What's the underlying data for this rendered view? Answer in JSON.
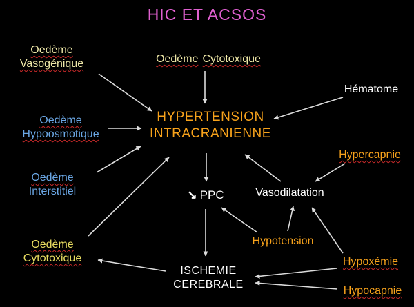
{
  "title": "HIC ET ACSOS",
  "nodes": {
    "vasogenique": {
      "line1": "Oedème",
      "line2": "Vasogénique"
    },
    "cytotoxique_top": {
      "word1": "Oedème",
      "word2": "Cytotoxique"
    },
    "hematome": {
      "label": "Hématome"
    },
    "htic": {
      "line1": "HYPERTENSION",
      "line2": "INTRACRANIENNE"
    },
    "hypoosmotique": {
      "line1": "Oedème",
      "line2": "Hypoosmotique"
    },
    "hypercapnie": {
      "label": "Hypercapnie"
    },
    "interstitiel": {
      "line1": "Oedème",
      "line2": "Interstitiel"
    },
    "ppc": {
      "arrow": "↘",
      "label": "PPC"
    },
    "vasodilatation": {
      "label": "Vasodilatation"
    },
    "hypotension": {
      "label": "Hypotension"
    },
    "cytotoxique_bottom": {
      "line1": "Oedème",
      "line2": "Cytotoxique"
    },
    "ischemie": {
      "line1": "ISCHEMIE",
      "line2": "CEREBRALE"
    },
    "hypoxemie": {
      "label": "Hypoxémie"
    },
    "hypocapnie": {
      "label": "Hypocapnie"
    }
  },
  "colors": {
    "title": "#e060d0",
    "orange": "#f7a21b",
    "blue": "#6ba7e5",
    "paleyellow": "#efe8a8",
    "yellow": "#e8dc60",
    "white": "#ffffff",
    "underline": "#cc2a2a",
    "arrow": "#dcdcdc"
  }
}
